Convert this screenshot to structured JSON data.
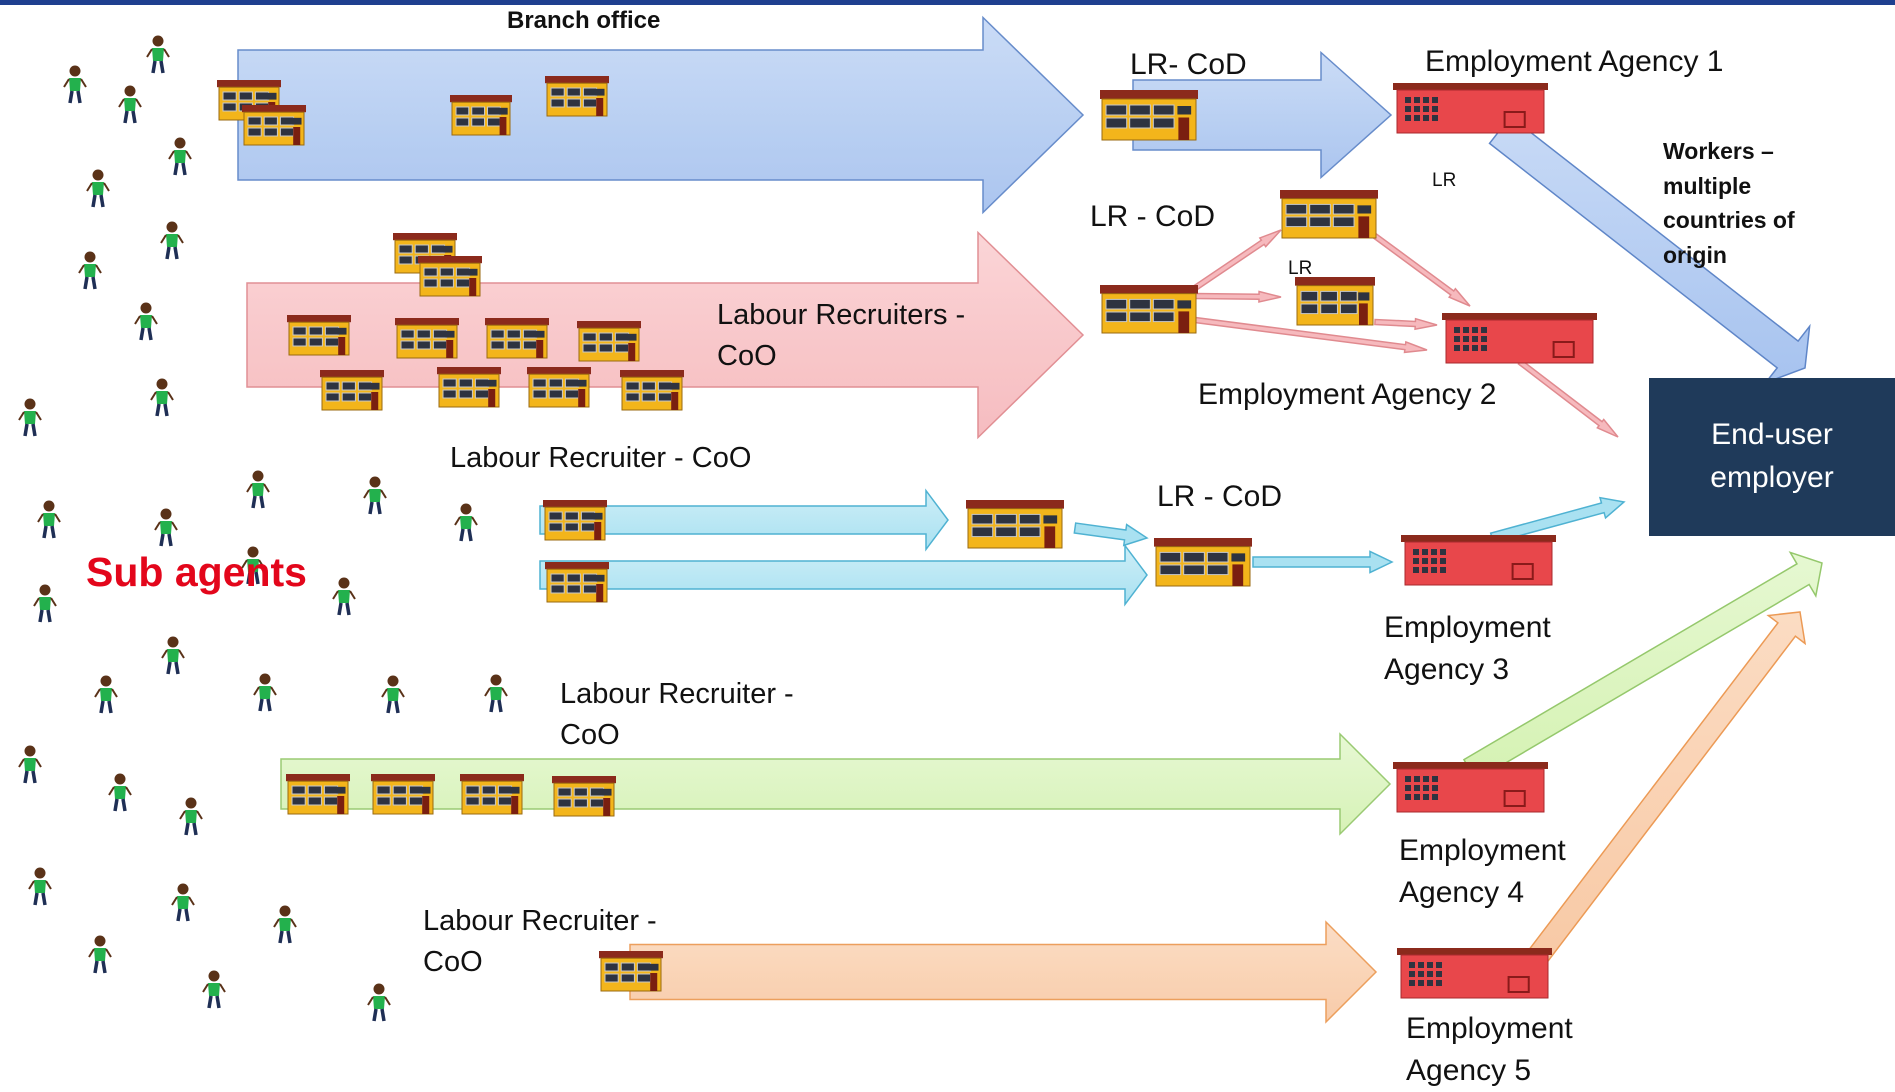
{
  "colors": {
    "top_bar": "#1f3f8f",
    "blue": "#a7c3ef",
    "blue_stroke": "#5f86c8",
    "red": "#f6b9bd",
    "red_stroke": "#e08a8f",
    "cyan": "#a9e1f1",
    "cyan_stroke": "#4fb2d2",
    "green": "#d5f2b3",
    "green_stroke": "#95c86c",
    "orange": "#f8c9a5",
    "orange_stroke": "#ec9a55",
    "end_user_box": "#1f3a5a",
    "sub_agents_text": "#e3061b",
    "recruiter_building": "#f3b51b",
    "agency_building": "#e8474b"
  },
  "icons": {
    "recruiter": "yellow-office-building-icon",
    "agency": "red-agency-building-icon",
    "worker": "person-figure-icon"
  },
  "labels": {
    "branch_office": "Branch office",
    "lr_cod_1": "LR- CoD",
    "employment_agency_1": "Employment Agency 1",
    "lr_small_1": "LR",
    "workers_note": "Workers –\nmultiple\ncountries of\norigin",
    "lr_cod_2": "LR - CoD",
    "lr_small_2": "LR",
    "labour_recruiters_coo": "Labour Recruiters -\nCoO",
    "employment_agency_2": "Employment Agency 2",
    "end_user": "End-user\nemployer",
    "labour_recruiter_coo_3": "Labour Recruiter - CoO",
    "lr_cod_3": "LR - CoD",
    "sub_agents": "Sub agents",
    "employment_agency_3": "Employment\nAgency 3",
    "labour_recruiter_coo_4": "Labour Recruiter -\nCoO",
    "employment_agency_4": "Employment\nAgency 4",
    "labour_recruiter_coo_5": "Labour Recruiter -\nCoO",
    "employment_agency_5": "Employment\nAgency 5"
  }
}
